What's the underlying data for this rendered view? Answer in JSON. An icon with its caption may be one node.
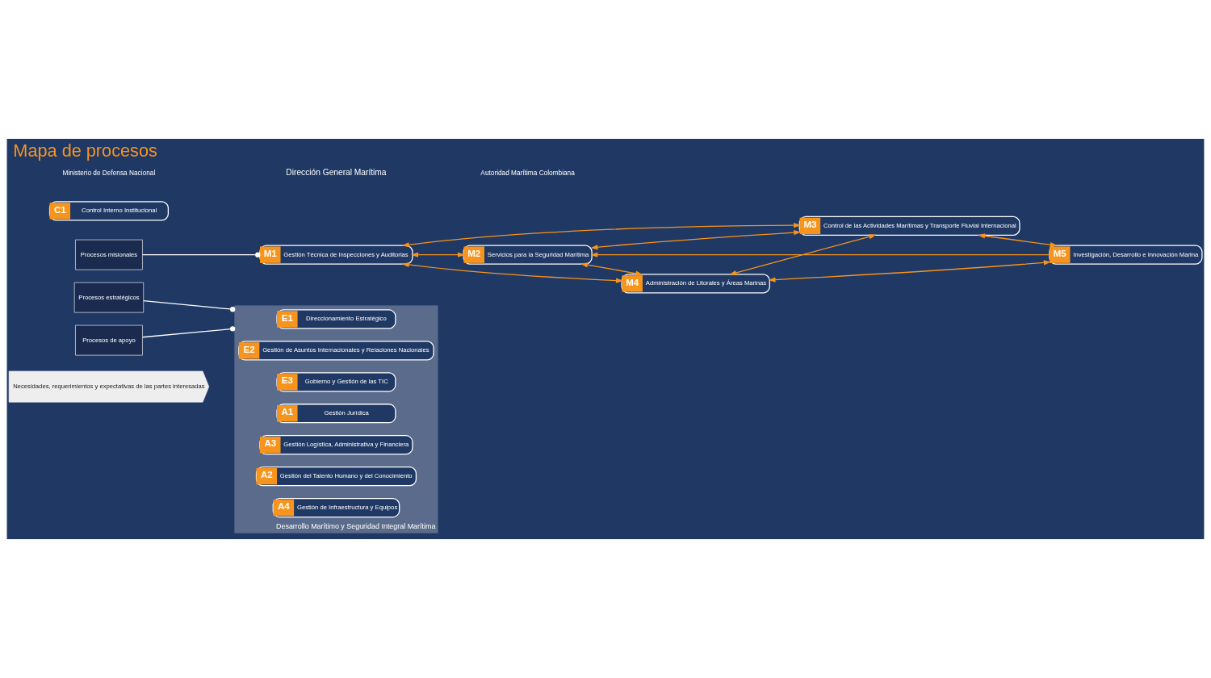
{
  "diagram": {
    "title": "Mapa de procesos",
    "nodes": [
      {
        "text": [
          "Necesidades, requerimientos y expectativas de las partes interesadas"
        ]
      },
      {
        "text": [
          "Procesos estratégicos"
        ]
      },
      {
        "text": [
          "Procesos misionales"
        ]
      },
      {
        "text": [
          "Procesos de apoyo"
        ]
      },
      {
        "text": [
          "C1",
          "Control Interno Institucional"
        ]
      },
      {
        "text": [
          "Desarrollo Marítimo y Seguridad Integral Marítima"
        ]
      },
      {
        "text": [
          "E1",
          "Direccionamiento Estratégico"
        ],
        "in": 5
      },
      {
        "text": [
          "E2",
          "Gestión de Asuntos Internacionales y Relaciones Nacionales"
        ],
        "in": 5
      },
      {
        "text": [
          "E3",
          "Gobierno y Gestión de las TIC"
        ],
        "in": 5
      },
      {
        "text": [
          "M1",
          "Gestión Técnica de Inspecciones y Auditorias"
        ]
      },
      {
        "text": [
          "M2",
          "Servicios para la Seguridad Marítima"
        ]
      },
      {
        "text": [
          "M3",
          "Control de las Actividades Marítimas y Transporte Fluvial Internacional"
        ]
      },
      {
        "text": [
          "M4",
          "Administración de Litorales y Áreas Marinas"
        ]
      },
      {
        "text": [
          "M5",
          "Investigación, Desarrollo e Innovación Marina"
        ]
      },
      {
        "text": [
          "A1",
          "Gestión Jurídica"
        ],
        "in": 5
      },
      {
        "text": [
          "A3",
          "Gestión Logística, Administrativa y Financiera"
        ],
        "in": 5
      },
      {
        "text": [
          "A2",
          "Gestión del Talento Humano y del Conocimiento"
        ],
        "in": 5
      },
      {
        "text": [
          "A4",
          "Gestión de Infraestructura y Equipos"
        ],
        "in": 5
      }
    ],
    "edges": [
      {
        "from": 1,
        "to": 5,
        "arrow": "other",
        "color": "#ffffff"
      },
      {
        "from": 2,
        "to": 9,
        "arrow": "other",
        "color": "#ffffff"
      },
      {
        "from": 3,
        "to": 5,
        "arrow": "other",
        "color": "#ffffff"
      },
      {
        "from": 9,
        "to": 11,
        "arrow": "both"
      },
      {
        "from": 9,
        "to": 10,
        "arrow": "both"
      },
      {
        "from": 10,
        "to": 11,
        "arrow": "both"
      },
      {
        "from": 9,
        "to": 12,
        "arrow": "both"
      },
      {
        "from": 10,
        "to": 12,
        "arrow": "both"
      },
      {
        "from": 13,
        "to": 10,
        "arrow": "to"
      },
      {
        "from": 11,
        "to": 13,
        "arrow": "both"
      },
      {
        "from": 12,
        "to": 13,
        "arrow": "both"
      },
      {
        "from": 12,
        "to": 11,
        "arrow": "both"
      }
    ],
    "labels": [
      "Ministerio de Defensa Nacional",
      "Dirección General Marítima",
      "Autoridad Marítima Colombiana"
    ]
  }
}
